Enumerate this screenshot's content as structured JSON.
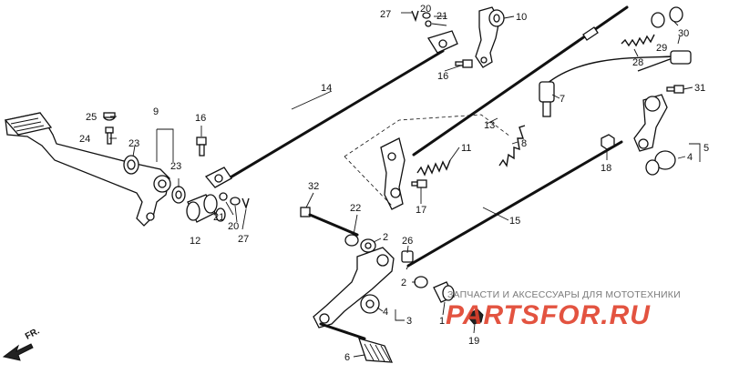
{
  "labels": {
    "p1": "1",
    "p2a": "2",
    "p2b": "2",
    "p3": "3",
    "p4a": "4",
    "p4b": "4",
    "p5": "5",
    "p6": "6",
    "p7": "7",
    "p8": "8",
    "p9": "9",
    "p10": "10",
    "p11": "11",
    "p12": "12",
    "p13": "13",
    "p14": "14",
    "p15": "15",
    "p16a": "16",
    "p16b": "16",
    "p17": "17",
    "p18": "18",
    "p19": "19",
    "p20a": "20",
    "p20b": "20",
    "p21a": "21",
    "p21b": "21",
    "p22": "22",
    "p23a": "23",
    "p23b": "23",
    "p24": "24",
    "p25": "25",
    "p26": "26",
    "p27a": "27",
    "p27b": "27",
    "p28": "28",
    "p29": "29",
    "p30": "30",
    "p31": "31",
    "p32": "32"
  },
  "watermark": {
    "caption": "ЗАПЧАСТИ И АКСЕССУАРЫ ДЛЯ МОТОТЕХНИКИ",
    "logo": "PARTSFOR.RU"
  },
  "direction": {
    "label": "FR."
  }
}
